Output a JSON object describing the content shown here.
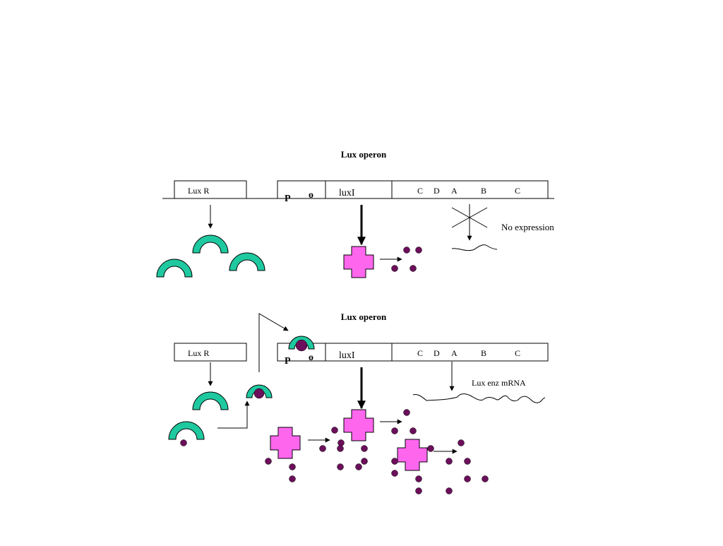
{
  "diagram_label": "Lux operon",
  "panels": [
    {
      "title": "Lux operon",
      "luxR_label": "Lux R",
      "promoter": "P",
      "operator": "o",
      "luxI_label": "luxI",
      "lux_genes": [
        "C",
        "D",
        "A",
        "B",
        "C"
      ],
      "annotation": "No expression"
    },
    {
      "title": "Lux operon",
      "luxR_label": "Lux R",
      "promoter": "P",
      "operator": "o",
      "luxI_label": "luxI",
      "lux_genes": [
        "C",
        "D",
        "A",
        "B",
        "C"
      ],
      "annotation": "Lux enz mRNA"
    }
  ],
  "colors": {
    "luxR_protein": "#1fc9a0",
    "luxI_protein": "#ff66ee",
    "autoinducer": "#6b0f5a",
    "outline": "#000000"
  }
}
